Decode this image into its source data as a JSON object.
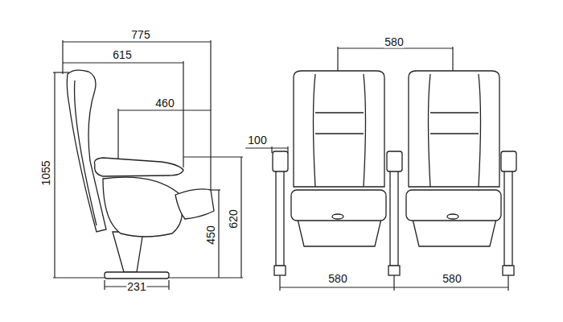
{
  "diagram": {
    "labels": [
      "775",
      "615",
      "460",
      "580",
      "100",
      "1055",
      "620",
      "450",
      "231",
      "580",
      "580"
    ]
  }
}
